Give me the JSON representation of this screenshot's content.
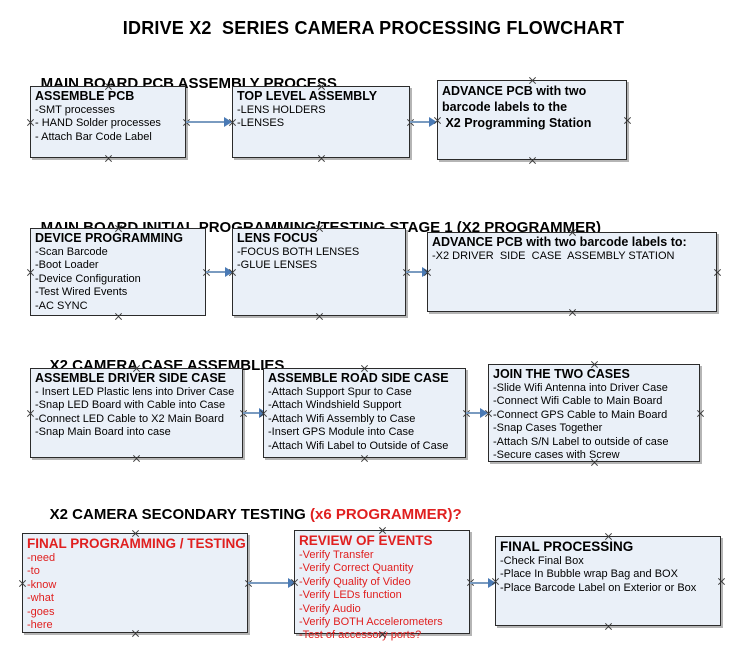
{
  "document": {
    "title": "IDRIVE X2  SERIES CAMERA PROCESSING FLOWCHART"
  },
  "sections": [
    {
      "id": "main-board-pcb-assembly",
      "heading": "MAIN BOARD PCB ASSEMBLY PROCESS",
      "heading_accent": ""
    },
    {
      "id": "main-board-initial-programming",
      "heading": "MAIN BOARD INITIAL PROGRAMMING/TESTING STAGE 1 (X2 PROGRAMMER)",
      "heading_accent": ""
    },
    {
      "id": "x2-camera-case-assemblies",
      "heading": "X2 CAMERA CASE ASSEMBLIES",
      "heading_accent": ""
    },
    {
      "id": "x2-camera-secondary-testing",
      "heading": "X2 CAMERA SECONDARY TESTING ",
      "heading_accent": "(x6 PROGRAMMER)?"
    }
  ],
  "nodes": {
    "assemble_pcb": {
      "title": "ASSEMBLE PCB",
      "lines": [
        "-SMT processes",
        "- HAND Solder processes",
        "- Attach Bar Code Label"
      ]
    },
    "top_level_assembly": {
      "title": "TOP LEVEL ASSEMBLY",
      "lines": [
        "-LENS HOLDERS",
        "-LENSES"
      ]
    },
    "advance_pcb_1": {
      "title": "",
      "lines": [
        "ADVANCE PCB with two",
        "barcode labels to the",
        " X2 Programming Station"
      ]
    },
    "device_programming": {
      "title": "DEVICE PROGRAMMING",
      "lines": [
        "-Scan Barcode",
        "-Boot Loader",
        "-Device Configuration",
        "-Test Wired Events",
        "-AC SYNC"
      ]
    },
    "lens_focus": {
      "title": "LENS FOCUS",
      "lines": [
        "-FOCUS BOTH LENSES",
        "-GLUE LENSES"
      ]
    },
    "advance_pcb_2": {
      "title": "ADVANCE PCB with two barcode labels to:",
      "lines": [
        "-X2 DRIVER  SIDE  CASE  ASSEMBLY STATION"
      ]
    },
    "assemble_driver_side_case": {
      "title": "ASSEMBLE DRIVER SIDE CASE",
      "lines": [
        "- Insert LED Plastic lens into Driver Case",
        "-Snap LED Board with Cable into Case",
        "-Connect LED Cable to X2 Main Board",
        "-Snap Main Board into case"
      ]
    },
    "assemble_road_side_case": {
      "title": "ASSEMBLE ROAD SIDE CASE",
      "lines": [
        "-Attach Support Spur to Case",
        "-Attach Windshield Support",
        "-Attach Wifi Assembly to Case",
        "-Insert GPS Module into Case",
        "-Attach Wifi Label to Outside of Case"
      ]
    },
    "join_the_two_cases": {
      "title": "JOIN THE TWO CASES",
      "lines": [
        "-Slide Wifi Antenna into Driver Case",
        "-Connect Wifi Cable to Main Board",
        "-Connect GPS Cable to Main Board",
        "-Snap Cases Together",
        "-Attach S/N Label to outside of case",
        "-Secure cases with Screw"
      ]
    },
    "final_programming_testing": {
      "title": "FINAL PROGRAMMING / TESTING",
      "lines": [
        "-need",
        "-to",
        "-know",
        "-what",
        "-goes",
        "-here"
      ]
    },
    "review_of_events": {
      "title": "REVIEW OF EVENTS",
      "lines": [
        "-Verify Transfer",
        "-Verify Correct Quantity",
        "-Verify Quality of Video",
        "-Verify LEDs function",
        "-Verify Audio",
        "-Verify BOTH Accelerometers",
        "-Test of accessory ports?"
      ]
    },
    "final_processing": {
      "title": "FINAL PROCESSING",
      "lines": [
        "-Check Final Box",
        "-Place In Bubble wrap Bag and BOX",
        "-Place Barcode Label on Exterior or Box"
      ]
    }
  },
  "colors": {
    "node_fill": "#eaf0f8",
    "node_border": "#2b2b2b",
    "connector": "#7a9bc0",
    "accent_red": "#e02020",
    "text": "#000000",
    "background": "#ffffff"
  }
}
